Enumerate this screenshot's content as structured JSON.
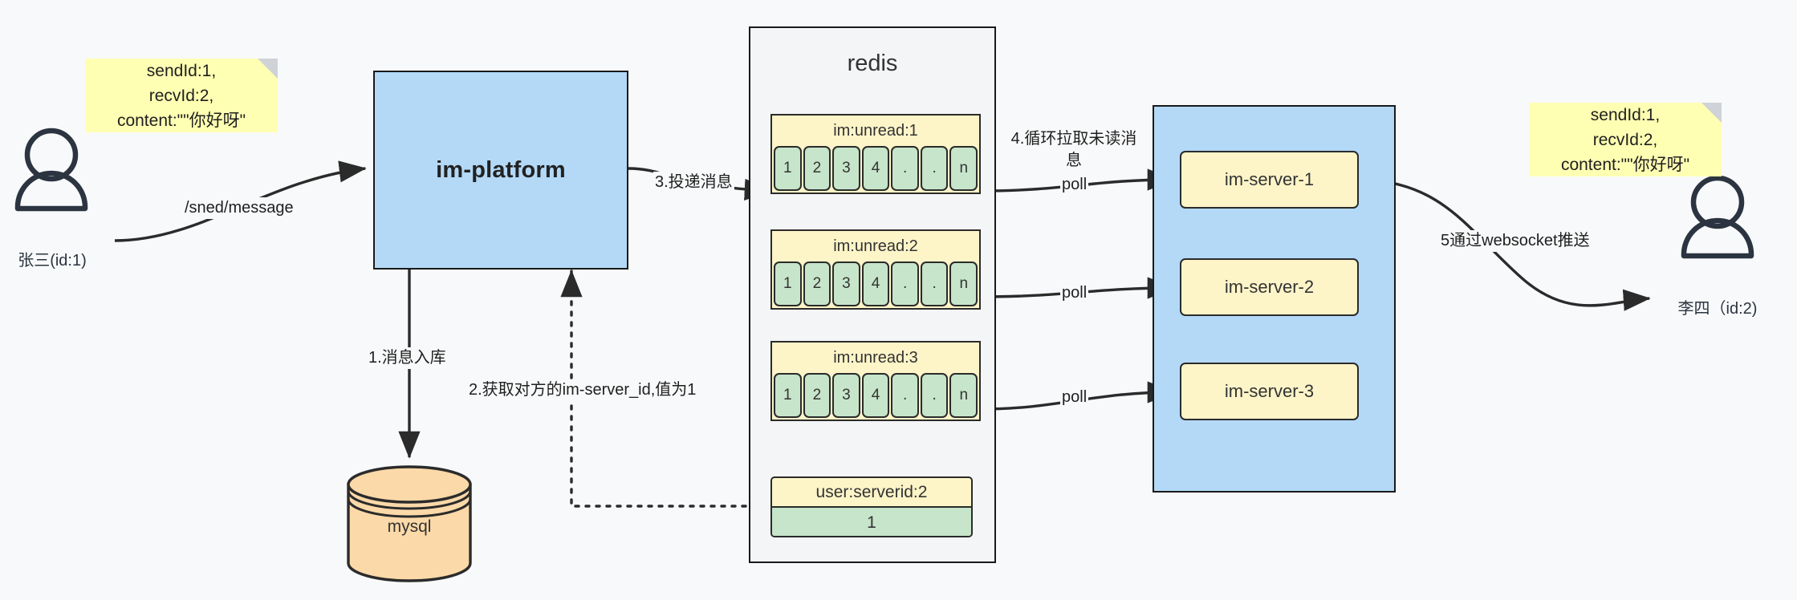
{
  "diagram": {
    "title": "IM message delivery architecture",
    "background": "#f8f9fa",
    "colors": {
      "sticky": "#ffffb3",
      "platform_blue": "#b3d9f7",
      "redis_group": "#f4f5f6",
      "list_yellow": "#fdf4c8",
      "cell_green": "#c6e5ca",
      "mysql_orange": "#fcd9a8",
      "stroke": "#1a1a1a"
    }
  },
  "notes": {
    "left": "sendId:1,\nrecvId:2,\ncontent:\"\"你好呀\"",
    "right": "sendId:1,\nrecvId:2,\ncontent:\"\"你好呀\""
  },
  "actors": {
    "sender": {
      "label": "张三(id:1)"
    },
    "receiver": {
      "label": "李四（id:2)"
    }
  },
  "platform": {
    "label": "im-platform"
  },
  "datastore": {
    "label": "mysql"
  },
  "redis": {
    "title": "redis",
    "lists": [
      {
        "key": "im:unread:1",
        "cells": [
          "1",
          "2",
          "3",
          "4",
          ".",
          ".",
          "n"
        ]
      },
      {
        "key": "im:unread:2",
        "cells": [
          "1",
          "2",
          "3",
          "4",
          ".",
          ".",
          "n"
        ]
      },
      {
        "key": "im:unread:3",
        "cells": [
          "1",
          "2",
          "3",
          "4",
          ".",
          ".",
          "n"
        ]
      }
    ],
    "kv": {
      "key": "user:serverid:2",
      "value": "1"
    }
  },
  "servers": {
    "items": [
      {
        "label": "im-server-1"
      },
      {
        "label": "im-server-2"
      },
      {
        "label": "im-server-3"
      }
    ]
  },
  "edges": {
    "send_message": "/sned/message",
    "step1": "1.消息入库",
    "step2": "2.获取对方的im-server_id,值为1",
    "step3": "3.投递消息",
    "step4": "4.循环拉取未读消\n息",
    "poll1": "poll",
    "poll2": "poll",
    "poll3": "poll",
    "step5": "5通过websocket推送"
  }
}
